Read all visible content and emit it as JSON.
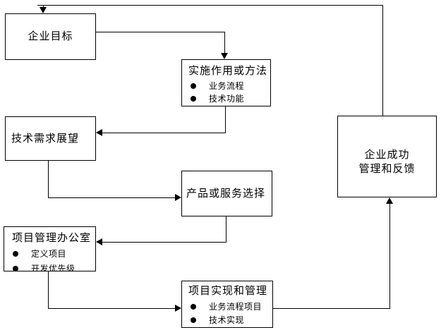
{
  "diagram": {
    "background_color": "#ffffff",
    "line_color": "#000000",
    "boxes": {
      "goals": {
        "title": "企业目标"
      },
      "methods": {
        "title": "实施作用或方法",
        "bullets": [
          "业务流程",
          "技术功能"
        ]
      },
      "tech_outlook": {
        "title": "技术需求展望"
      },
      "product_selection": {
        "title": "产品或服务选择"
      },
      "pmo": {
        "title": "项目管理办公室",
        "bullets": [
          "定义项目",
          "开发优先级"
        ]
      },
      "implementation": {
        "title": "项目实现和管理",
        "bullets": [
          "业务流程项目",
          "技术实现"
        ]
      },
      "success": {
        "lines": [
          "企业成功",
          "管理和反馈"
        ]
      }
    }
  }
}
